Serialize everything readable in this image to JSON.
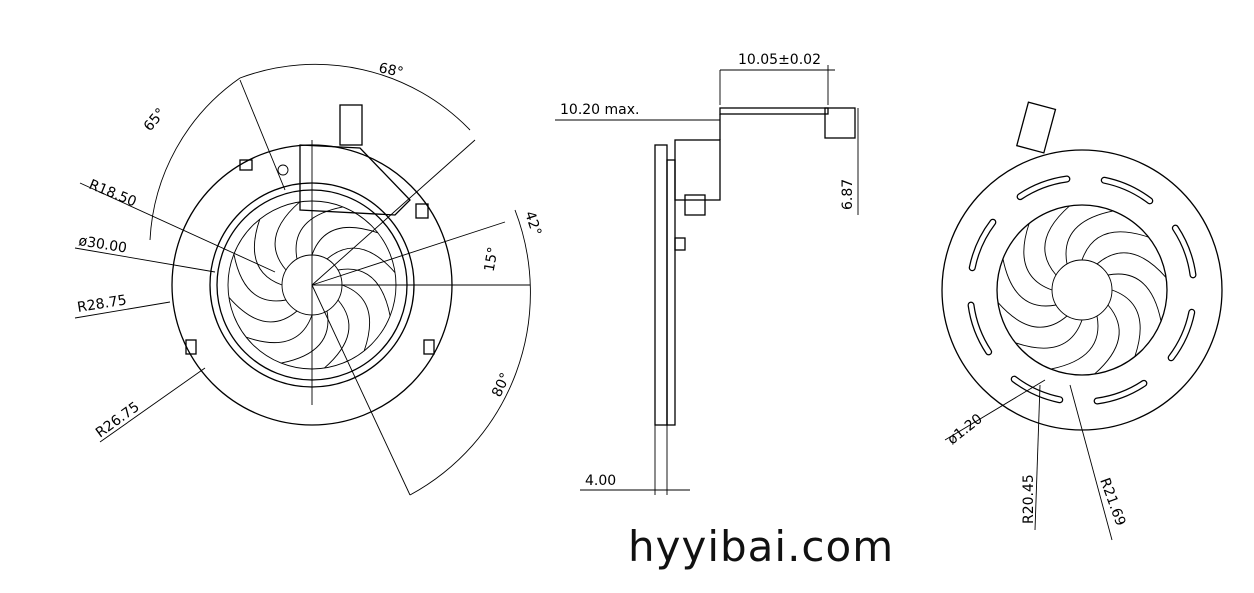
{
  "front_view": {
    "angle_top": "68°",
    "angle_left": "65°",
    "radius_inner": "R18.50",
    "diameter": "ø30.00",
    "radius_outer": "R28.75",
    "radius_body": "R26.75",
    "angle_right_top": "42°",
    "angle_right": "15°",
    "angle_bottom": "80°"
  },
  "side_view": {
    "width_top": "10.05±0.02",
    "thickness_max": "10.20  max.",
    "height_tab": "6.87",
    "thickness_base": "4.00"
  },
  "rear_view": {
    "hole_diameter": "ø1.20",
    "radius_a": "R20.45",
    "radius_b": "R21.69"
  },
  "watermark": "hyyibai.com"
}
